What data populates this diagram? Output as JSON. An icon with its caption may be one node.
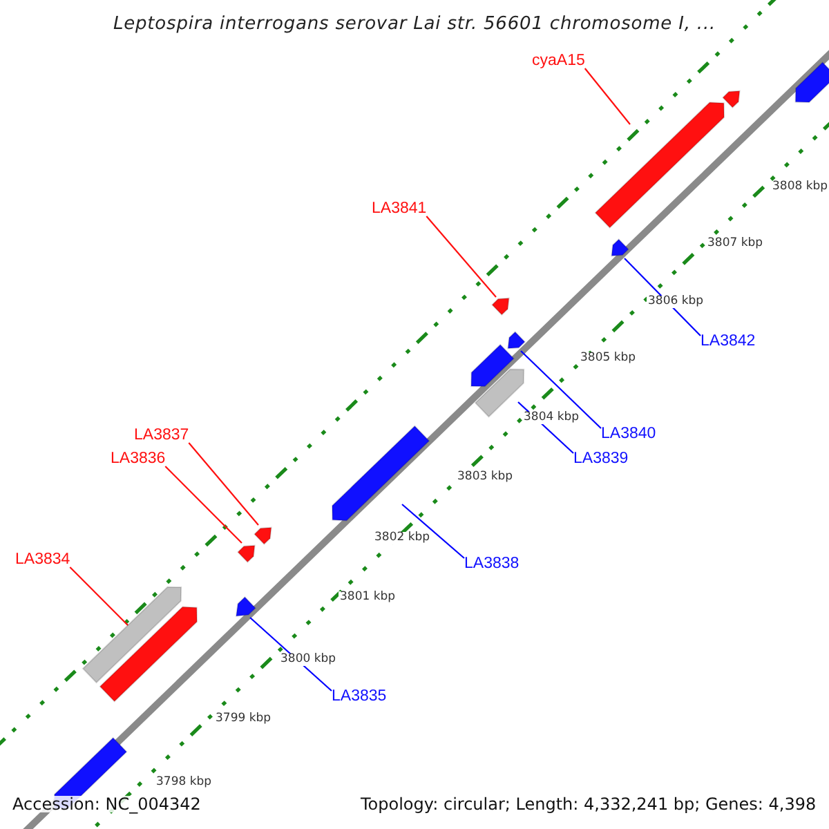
{
  "diagram": {
    "title": "Leptospira interrogans serovar Lai str. 56601 chromosome I, ...",
    "nodes": [
      {
        "text": [
          "cyaA15"
        ]
      },
      {
        "text": [],
        "shape": "bar"
      },
      {
        "text": [
          "LA3841"
        ]
      },
      {
        "text": [],
        "shape": "bar"
      },
      {
        "text": [
          "LA3842"
        ]
      },
      {
        "text": [],
        "shape": "bar"
      },
      {
        "text": [
          "LA3840"
        ]
      },
      {
        "text": [],
        "shape": "bar"
      },
      {
        "text": [
          "LA3839"
        ]
      },
      {
        "text": [],
        "shape": "bar"
      },
      {
        "text": [
          "LA3837"
        ]
      },
      {
        "text": [],
        "shape": "bar"
      },
      {
        "text": [
          "LA3836"
        ]
      },
      {
        "text": [],
        "shape": "bar"
      },
      {
        "text": [
          "LA3838"
        ]
      },
      {
        "text": [],
        "shape": "bar"
      },
      {
        "text": [
          "LA3834"
        ]
      },
      {
        "text": [],
        "shape": "bar"
      },
      {
        "text": [
          "LA3835"
        ]
      },
      {
        "text": [],
        "shape": "bar"
      },
      {
        "text": [],
        "shape": "bar"
      },
      {
        "text": [],
        "shape": "bar"
      },
      {
        "text": [],
        "shape": "bar"
      },
      {
        "text": [],
        "shape": "bar"
      },
      {
        "text": [],
        "shape": "bar"
      }
    ],
    "edges": [
      {
        "from": 0,
        "to": 1,
        "arrow": "none"
      },
      {
        "from": 2,
        "to": 3,
        "arrow": "none"
      },
      {
        "from": 4,
        "to": 5,
        "arrow": "none",
        "color": "#0000ff"
      },
      {
        "from": 6,
        "to": 7,
        "arrow": "none",
        "color": "#0000ff"
      },
      {
        "from": 8,
        "to": 9,
        "arrow": "none",
        "color": "#0000ff"
      },
      {
        "from": 10,
        "to": 11,
        "arrow": "none"
      },
      {
        "from": 12,
        "to": 13,
        "arrow": "none"
      },
      {
        "from": 14,
        "to": 15,
        "arrow": "none",
        "color": "#0000ff"
      },
      {
        "from": 16,
        "to": 17,
        "arrow": "none"
      },
      {
        "from": 18,
        "to": 19,
        "arrow": "none",
        "color": "#0000ff"
      }
    ],
    "labels": [
      "3808 kbp",
      "3807 kbp",
      "3806 kbp",
      "3805 kbp",
      "3804 kbp",
      "3803 kbp",
      "3802 kbp",
      "3801 kbp",
      "3800 kbp",
      "3799 kbp",
      "3798 kbp",
      "Accession: NC_004342",
      "Topology: circular; Length: 4,332,241 bp; Genes: 4,398"
    ]
  }
}
